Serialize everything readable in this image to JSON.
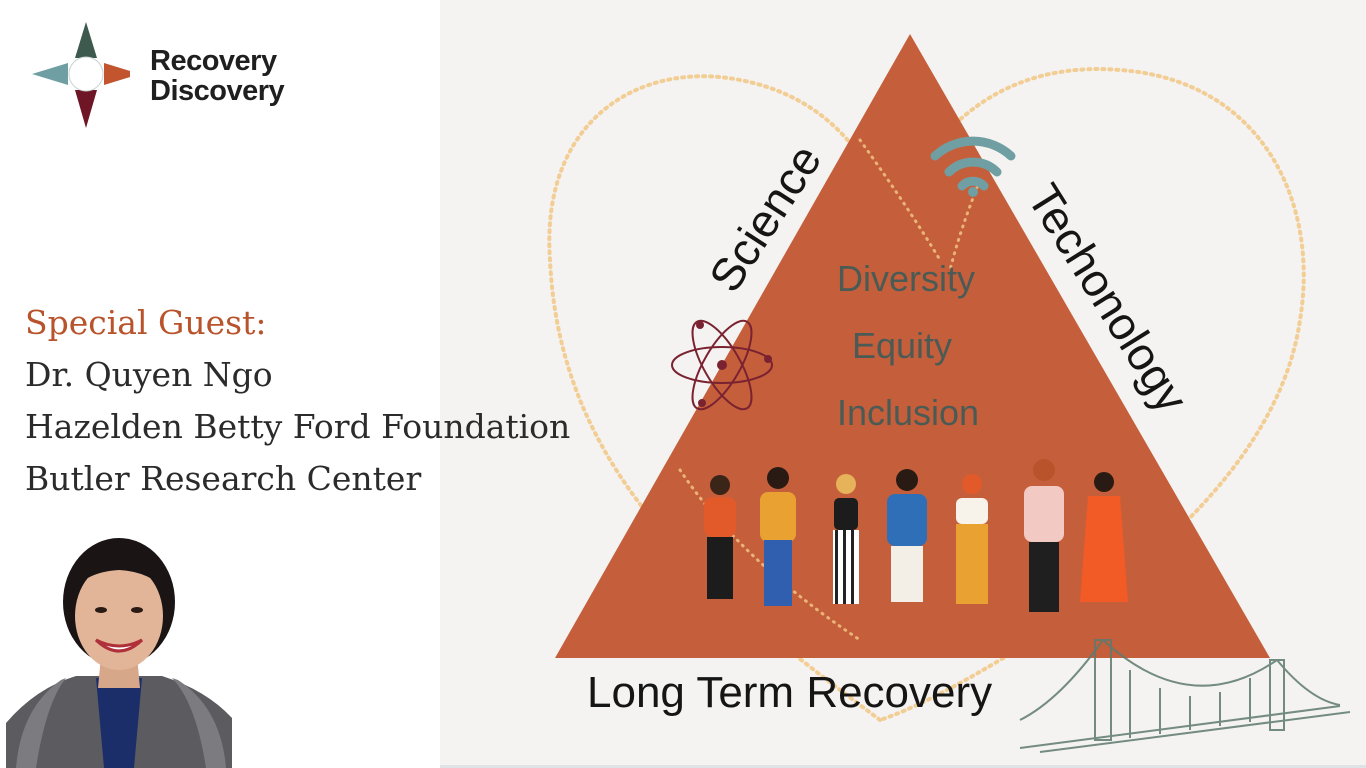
{
  "logo": {
    "line1": "Recovery",
    "line2": "Discovery",
    "icon": "compass-star-icon",
    "colors": {
      "top": "#3e5a4e",
      "left": "#6f9fa2",
      "right": "#c2542e",
      "bottom": "#6e1626"
    }
  },
  "guest": {
    "heading": "Special Guest:",
    "name": "Dr. Quyen Ngo",
    "org": "Hazelden Betty Ford Foundation",
    "center": "Butler Research Center"
  },
  "diagram": {
    "left_label": "Science",
    "right_label": "Techonology",
    "bottom_label": "Long Term Recovery",
    "values": [
      "Diversity",
      "Equity",
      "Inclusion"
    ],
    "icons": [
      "atom-icon",
      "wifi-icon",
      "bridge-icon",
      "heart-outline",
      "people-group"
    ],
    "colors": {
      "triangle": "#c55f3b",
      "background": "#f4f3f1",
      "heart": "#f2c98a",
      "wifi": "#6f9fa2",
      "atom": "#7a2230",
      "bridge": "#5e7a6e"
    }
  }
}
